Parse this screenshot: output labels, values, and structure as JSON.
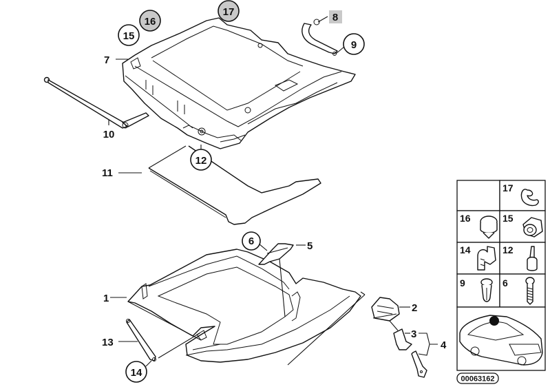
{
  "diagram": {
    "callouts": {
      "c1": "1",
      "c2": "2",
      "c3": "3",
      "c4": "4",
      "c5": "5",
      "c6": "6",
      "c7": "7",
      "c8": "8",
      "c9": "9",
      "c10": "10",
      "c11": "11",
      "c12": "12",
      "c13": "13",
      "c14": "14",
      "c15": "15",
      "c16": "16",
      "c17": "17"
    },
    "highlight_color": "#c9c9c9",
    "legend_grid": {
      "cells": [
        {
          "label": "",
          "icon": "empty"
        },
        {
          "label": "17",
          "icon": "circlip-icon"
        },
        {
          "label": "16",
          "icon": "expanding-rivet-icon"
        },
        {
          "label": "15",
          "icon": "grommet-nut-icon"
        },
        {
          "label": "14",
          "icon": "hinge-clip-icon"
        },
        {
          "label": "12",
          "icon": "buffer-stop-icon"
        },
        {
          "label": "9",
          "icon": "push-pin-icon"
        },
        {
          "label": "6",
          "icon": "screw-icon"
        }
      ],
      "car_icon": "car-location-icon"
    },
    "catalog_number": "00063162"
  }
}
